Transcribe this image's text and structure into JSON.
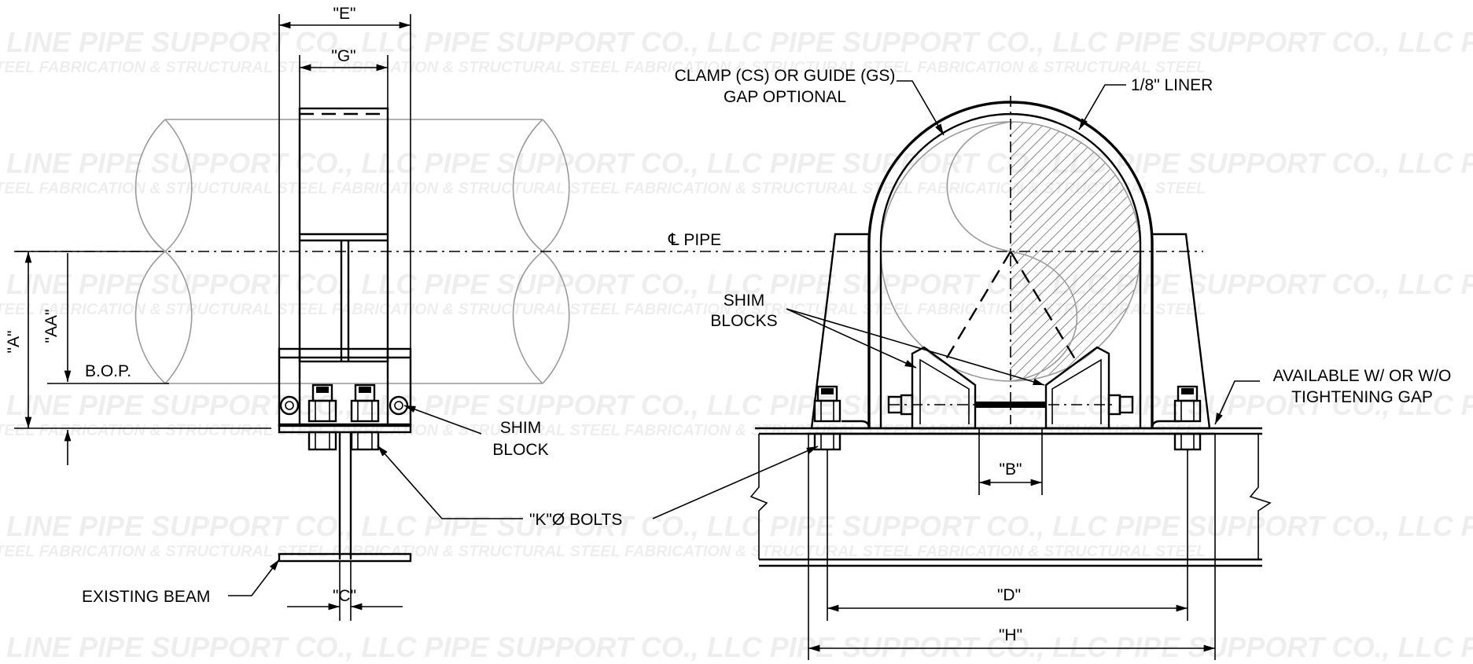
{
  "watermark": {
    "line1": "E-Z LINE PIPE SUPPORT CO., LLC PIPE SUPPORT CO., LLC PIPE SUPPORT CO., LLC PIPE SUPPORT CO., LLC PIPE SUPPORT CO., LLC PIPE SUPPORT",
    "line2": "STEEL FABRICATION & STRUCTURAL STEEL FABRICATION & STRUCTURAL STEEL FABRICATION & STRUCTURAL STEEL FABRICATION & STRUCTURAL STEEL"
  },
  "labels": {
    "dim_e": "\"E\"",
    "dim_g": "\"G\"",
    "dim_a": "\"A\"",
    "dim_aa": "\"AA\"",
    "bop": "B.O.P.",
    "shim_block_1": "SHIM",
    "shim_block_2": "BLOCK",
    "k_bolts": "\"K\"Ø BOLTS",
    "existing_beam": "EXISTING BEAM",
    "dim_c": "\"C\"",
    "clamp_1": "CLAMP (CS) OR GUIDE (GS)",
    "clamp_2": "GAP OPTIONAL",
    "liner": "1/8\" LINER",
    "cl_pipe": "℄ PIPE",
    "shim_blocks_1": "SHIM",
    "shim_blocks_2": "BLOCKS",
    "available_1": "AVAILABLE W/ OR W/O",
    "available_2": "TIGHTENING GAP",
    "dim_b": "\"B\"",
    "dim_d": "\"D\"",
    "dim_h": "\"H\""
  }
}
